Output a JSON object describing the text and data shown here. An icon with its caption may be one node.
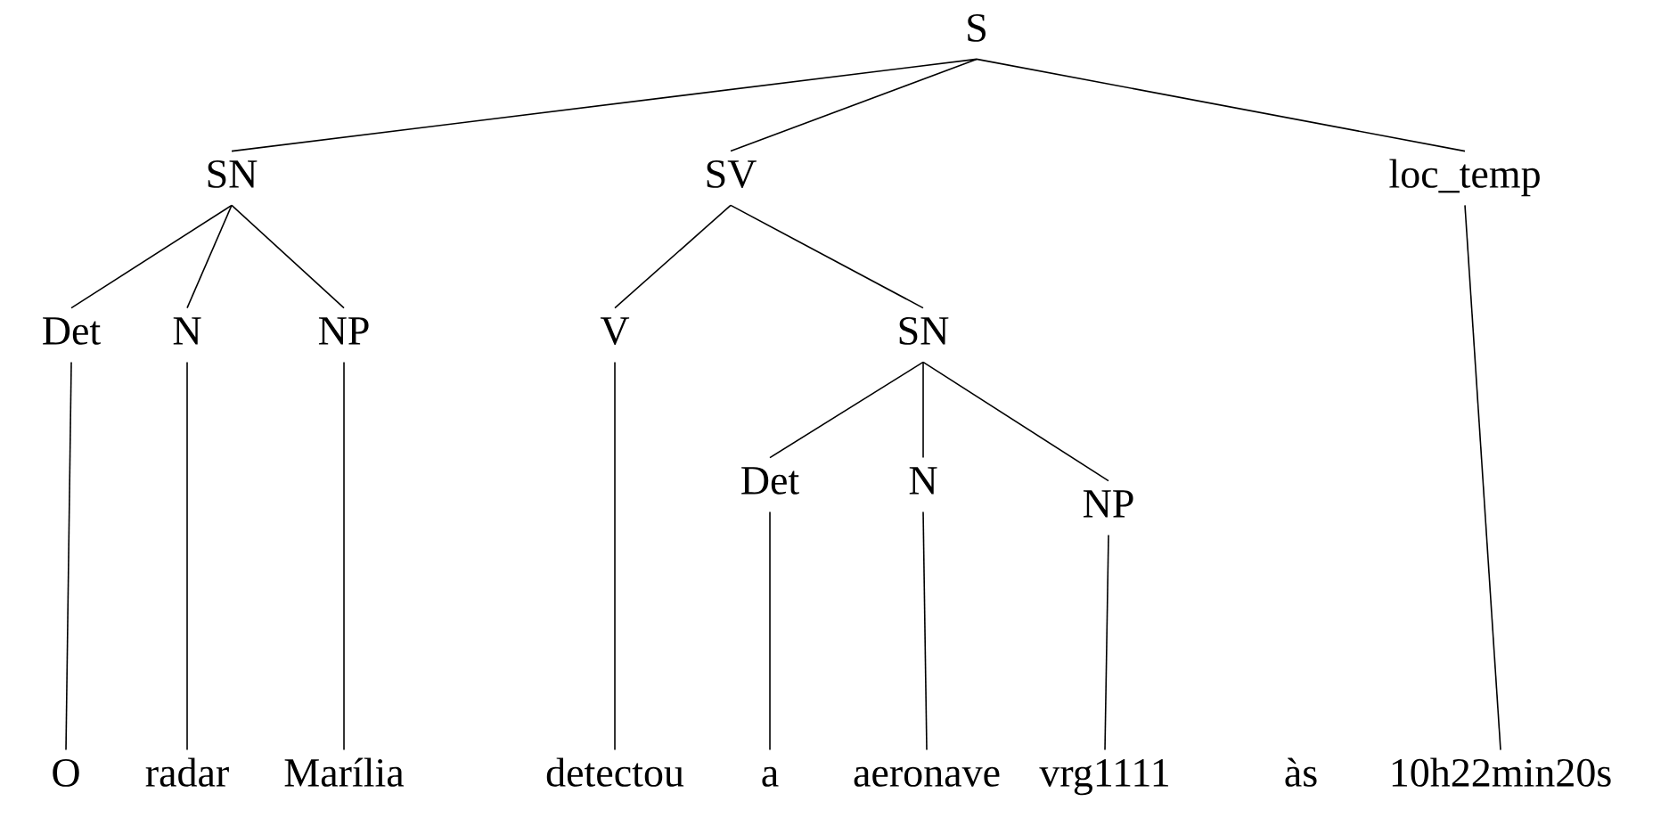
{
  "diagram": {
    "nodes": [
      {
        "text": [
          "S"
        ]
      },
      {
        "text": [
          "SN"
        ]
      },
      {
        "text": [
          "SV"
        ]
      },
      {
        "text": [
          "loc_temp"
        ]
      },
      {
        "text": [
          "Det"
        ]
      },
      {
        "text": [
          "N"
        ]
      },
      {
        "text": [
          "NP"
        ]
      },
      {
        "text": [
          "V"
        ]
      },
      {
        "text": [
          "SN"
        ]
      },
      {
        "text": [
          "Det"
        ]
      },
      {
        "text": [
          "N"
        ]
      },
      {
        "text": [
          "NP"
        ]
      },
      {
        "text": [
          "O"
        ]
      },
      {
        "text": [
          "radar"
        ]
      },
      {
        "text": [
          "Marília"
        ]
      },
      {
        "text": [
          "detectou"
        ]
      },
      {
        "text": [
          "a"
        ]
      },
      {
        "text": [
          "aeronave"
        ]
      },
      {
        "text": [
          "vrg1111"
        ]
      },
      {
        "text": [
          "10h22min20s"
        ]
      }
    ],
    "edges": [
      {
        "from": 0,
        "to": 1,
        "arrow": "none"
      },
      {
        "from": 0,
        "to": 2,
        "arrow": "none"
      },
      {
        "from": 0,
        "to": 3,
        "arrow": "none"
      },
      {
        "from": 1,
        "to": 4,
        "arrow": "none"
      },
      {
        "from": 1,
        "to": 5,
        "arrow": "none"
      },
      {
        "from": 1,
        "to": 6,
        "arrow": "none"
      },
      {
        "from": 2,
        "to": 7,
        "arrow": "none"
      },
      {
        "from": 2,
        "to": 8,
        "arrow": "none"
      },
      {
        "from": 8,
        "to": 9,
        "arrow": "none"
      },
      {
        "from": 8,
        "to": 10,
        "arrow": "none"
      },
      {
        "from": 8,
        "to": 11,
        "arrow": "none"
      },
      {
        "from": 4,
        "to": 12,
        "arrow": "none"
      },
      {
        "from": 5,
        "to": 13,
        "arrow": "none"
      },
      {
        "from": 6,
        "to": 14,
        "arrow": "none"
      },
      {
        "from": 7,
        "to": 15,
        "arrow": "none"
      },
      {
        "from": 9,
        "to": 16,
        "arrow": "none"
      },
      {
        "from": 10,
        "to": 17,
        "arrow": "none"
      },
      {
        "from": 11,
        "to": 18,
        "arrow": "none"
      },
      {
        "from": 3,
        "to": 19,
        "arrow": "none"
      }
    ],
    "labels": [
      "às"
    ]
  }
}
